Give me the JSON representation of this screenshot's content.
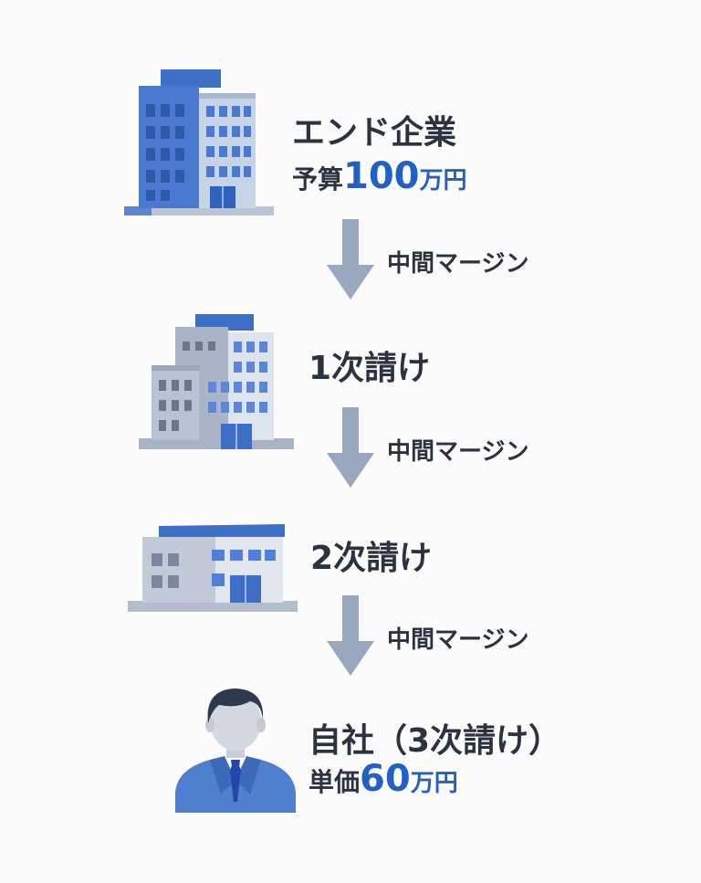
{
  "nodes": {
    "end_company": {
      "title": "エンド企業",
      "sub_label": "予算",
      "amount": "100",
      "unit": "万円",
      "icon": "office-tower-icon"
    },
    "first_sub": {
      "title": "1次請け",
      "icon": "office-building-icon"
    },
    "second_sub": {
      "title": "2次請け",
      "icon": "small-office-building-icon"
    },
    "own_company": {
      "title": "自社（3次請け）",
      "sub_label": "単価",
      "amount": "60",
      "unit": "万円",
      "icon": "businessman-icon"
    }
  },
  "arrows": [
    {
      "label": "中間マージン"
    },
    {
      "label": "中間マージン"
    },
    {
      "label": "中間マージン"
    }
  ],
  "colors": {
    "accent": "#2360c4",
    "text": "#2b3240",
    "arrow": "#9aa8bf"
  }
}
